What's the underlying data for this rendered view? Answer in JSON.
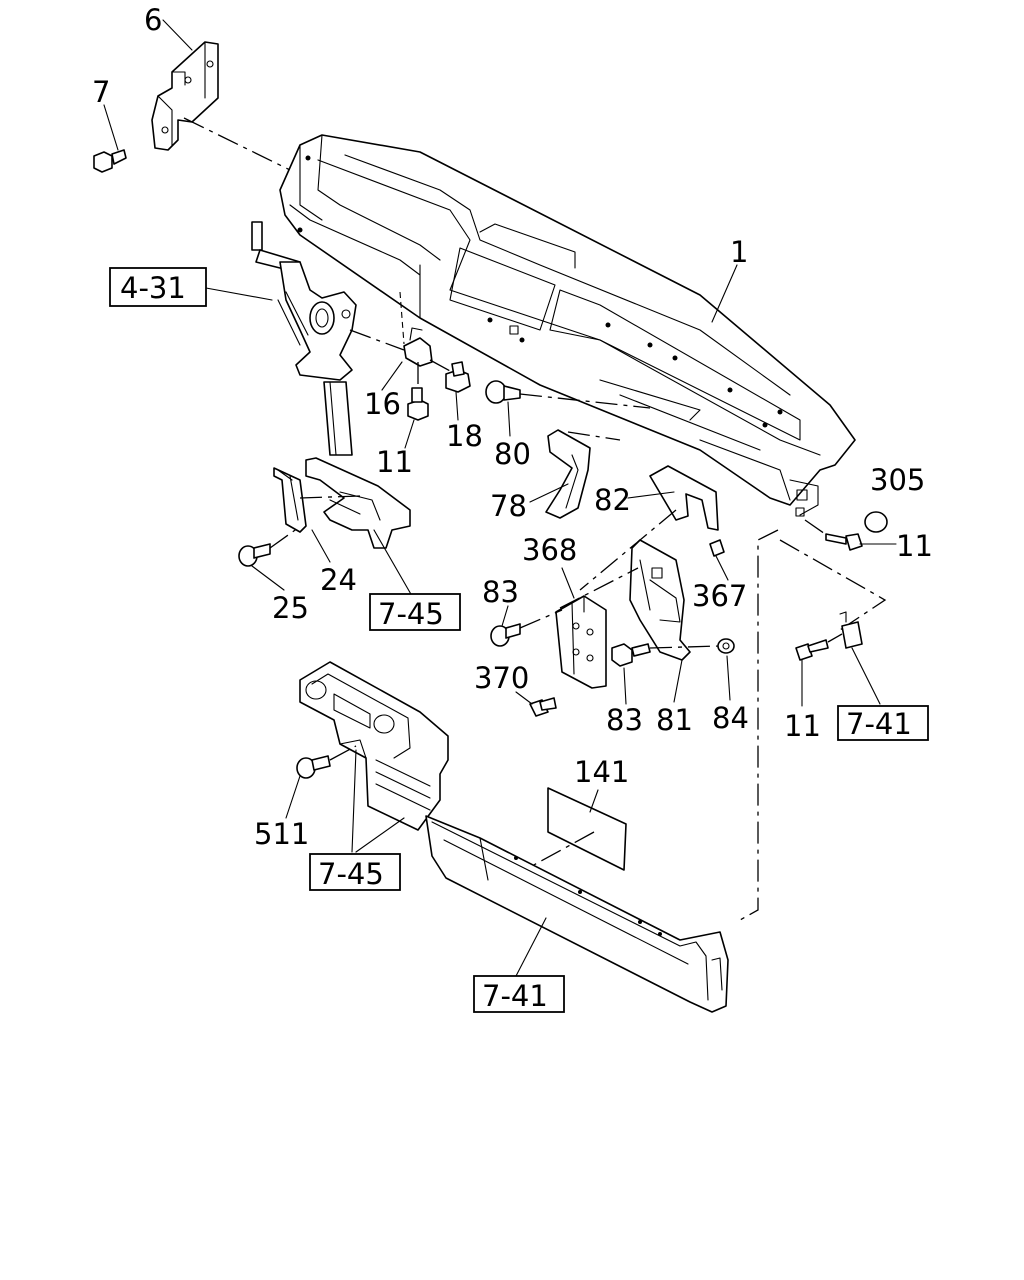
{
  "callouts": [
    {
      "id": "c-6",
      "text": "6"
    },
    {
      "id": "c-7",
      "text": "7"
    },
    {
      "id": "c-1",
      "text": "1"
    },
    {
      "id": "c-16",
      "text": "16"
    },
    {
      "id": "c-18",
      "text": "18"
    },
    {
      "id": "c-11a",
      "text": "11"
    },
    {
      "id": "c-80",
      "text": "80"
    },
    {
      "id": "c-78",
      "text": "78"
    },
    {
      "id": "c-82",
      "text": "82"
    },
    {
      "id": "c-305",
      "text": "305"
    },
    {
      "id": "c-11b",
      "text": "11"
    },
    {
      "id": "c-24",
      "text": "24"
    },
    {
      "id": "c-25",
      "text": "25"
    },
    {
      "id": "c-368",
      "text": "368"
    },
    {
      "id": "c-83a",
      "text": "83"
    },
    {
      "id": "c-367",
      "text": "367"
    },
    {
      "id": "c-370",
      "text": "370"
    },
    {
      "id": "c-83b",
      "text": "83"
    },
    {
      "id": "c-81",
      "text": "81"
    },
    {
      "id": "c-84",
      "text": "84"
    },
    {
      "id": "c-11c",
      "text": "11"
    },
    {
      "id": "c-141",
      "text": "141"
    },
    {
      "id": "c-511",
      "text": "511"
    }
  ],
  "references": [
    {
      "id": "r-4-31",
      "text": "4-31"
    },
    {
      "id": "r-7-45a",
      "text": "7-45"
    },
    {
      "id": "r-7-41a",
      "text": "7-41"
    },
    {
      "id": "r-7-45b",
      "text": "7-45"
    },
    {
      "id": "r-7-41b",
      "text": "7-41"
    }
  ]
}
